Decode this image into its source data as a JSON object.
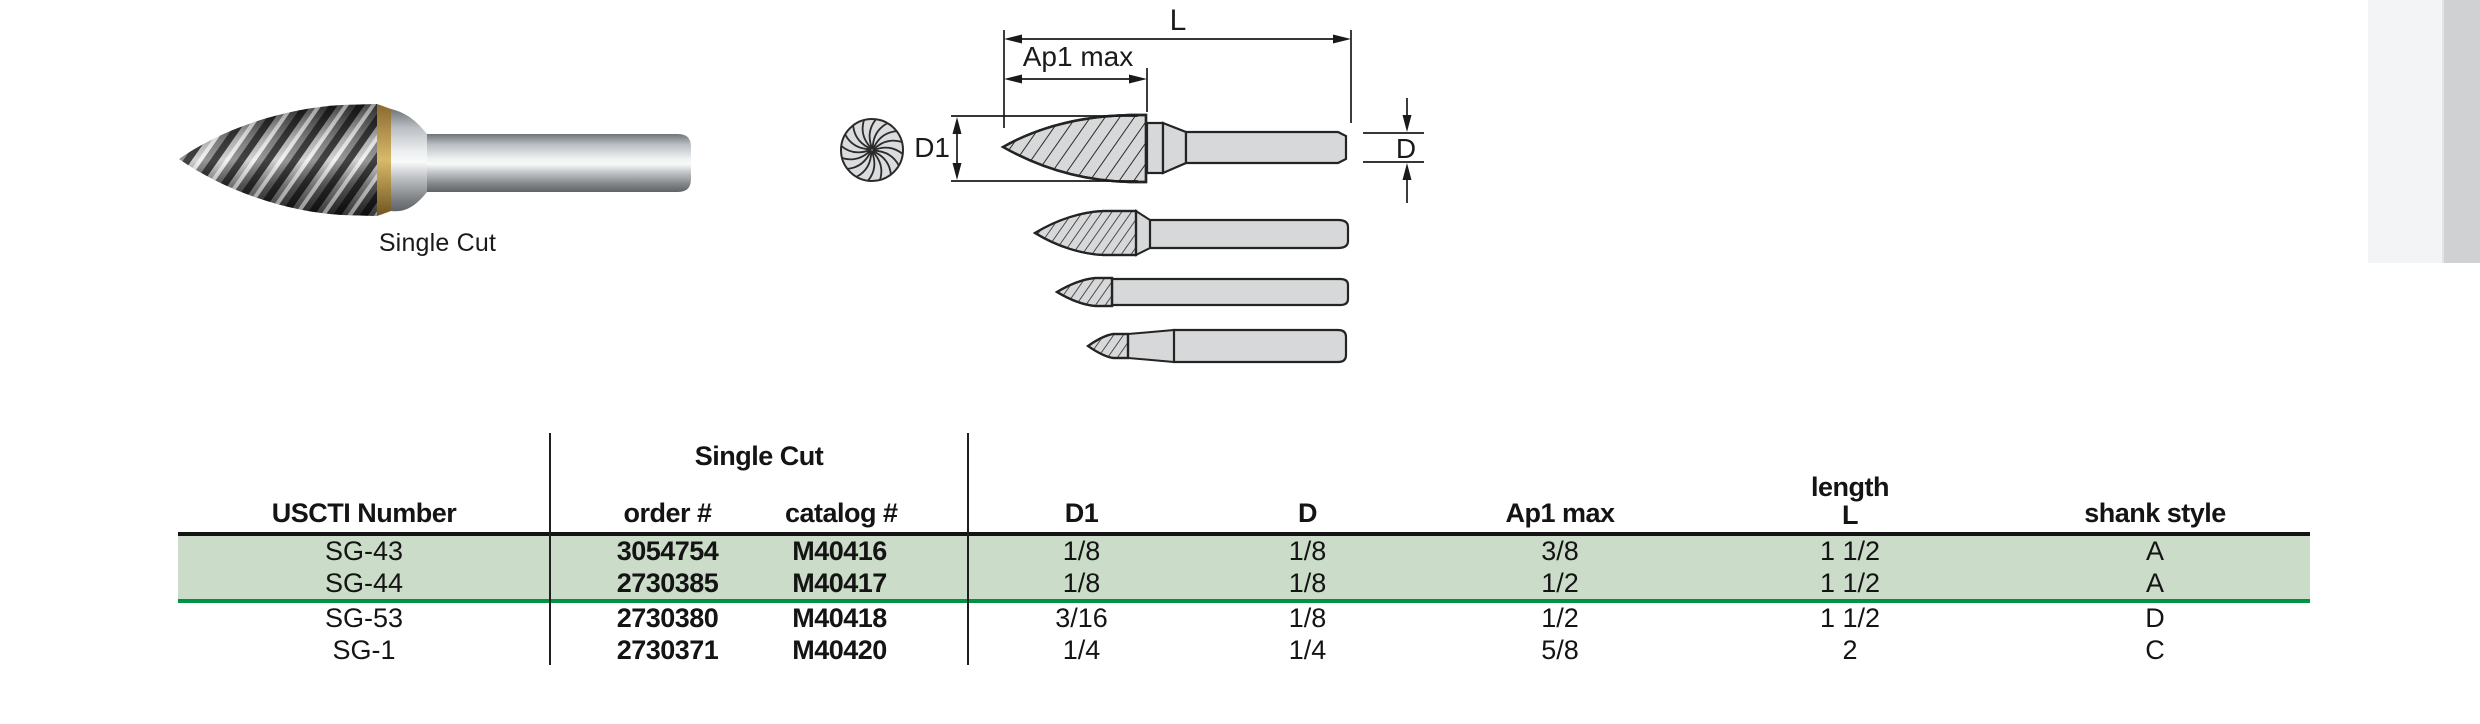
{
  "photo": {
    "caption": "Single Cut"
  },
  "diagram": {
    "dim_l": "L",
    "dim_ap1": "Ap1 max",
    "dim_d1": "D1",
    "dim_d": "D"
  },
  "table": {
    "group_header": "Single Cut",
    "headers": {
      "uscti": "USCTI Number",
      "order": "order #",
      "catalog": "catalog #",
      "d1": "D1",
      "d": "D",
      "ap1": "Ap1 max",
      "length": "length",
      "l": "L",
      "shank": "shank style"
    },
    "rows": [
      {
        "uscti": "SG-43",
        "order": "3054754",
        "catalog": "M40416",
        "d1": "1/8",
        "d": "1/8",
        "ap1": "3/8",
        "l": "1 1/2",
        "shank": "A"
      },
      {
        "uscti": "SG-44",
        "order": "2730385",
        "catalog": "M40417",
        "d1": "1/8",
        "d": "1/8",
        "ap1": "1/2",
        "l": "1 1/2",
        "shank": "A"
      },
      {
        "uscti": "SG-53",
        "order": "2730380",
        "catalog": "M40418",
        "d1": "3/16",
        "d": "1/8",
        "ap1": "1/2",
        "l": "1 1/2",
        "shank": "D"
      },
      {
        "uscti": "SG-1",
        "order": "2730371",
        "catalog": "M40420",
        "d1": "1/4",
        "d": "1/4",
        "ap1": "5/8",
        "l": "2",
        "shank": "C"
      }
    ],
    "colors": {
      "highlight_bg": "#cbdcc9",
      "highlight_rule": "#009245",
      "header_rule": "#141414"
    }
  },
  "page_edge": {
    "light": "#f3f4f5",
    "dark": "#cfd1d3"
  }
}
